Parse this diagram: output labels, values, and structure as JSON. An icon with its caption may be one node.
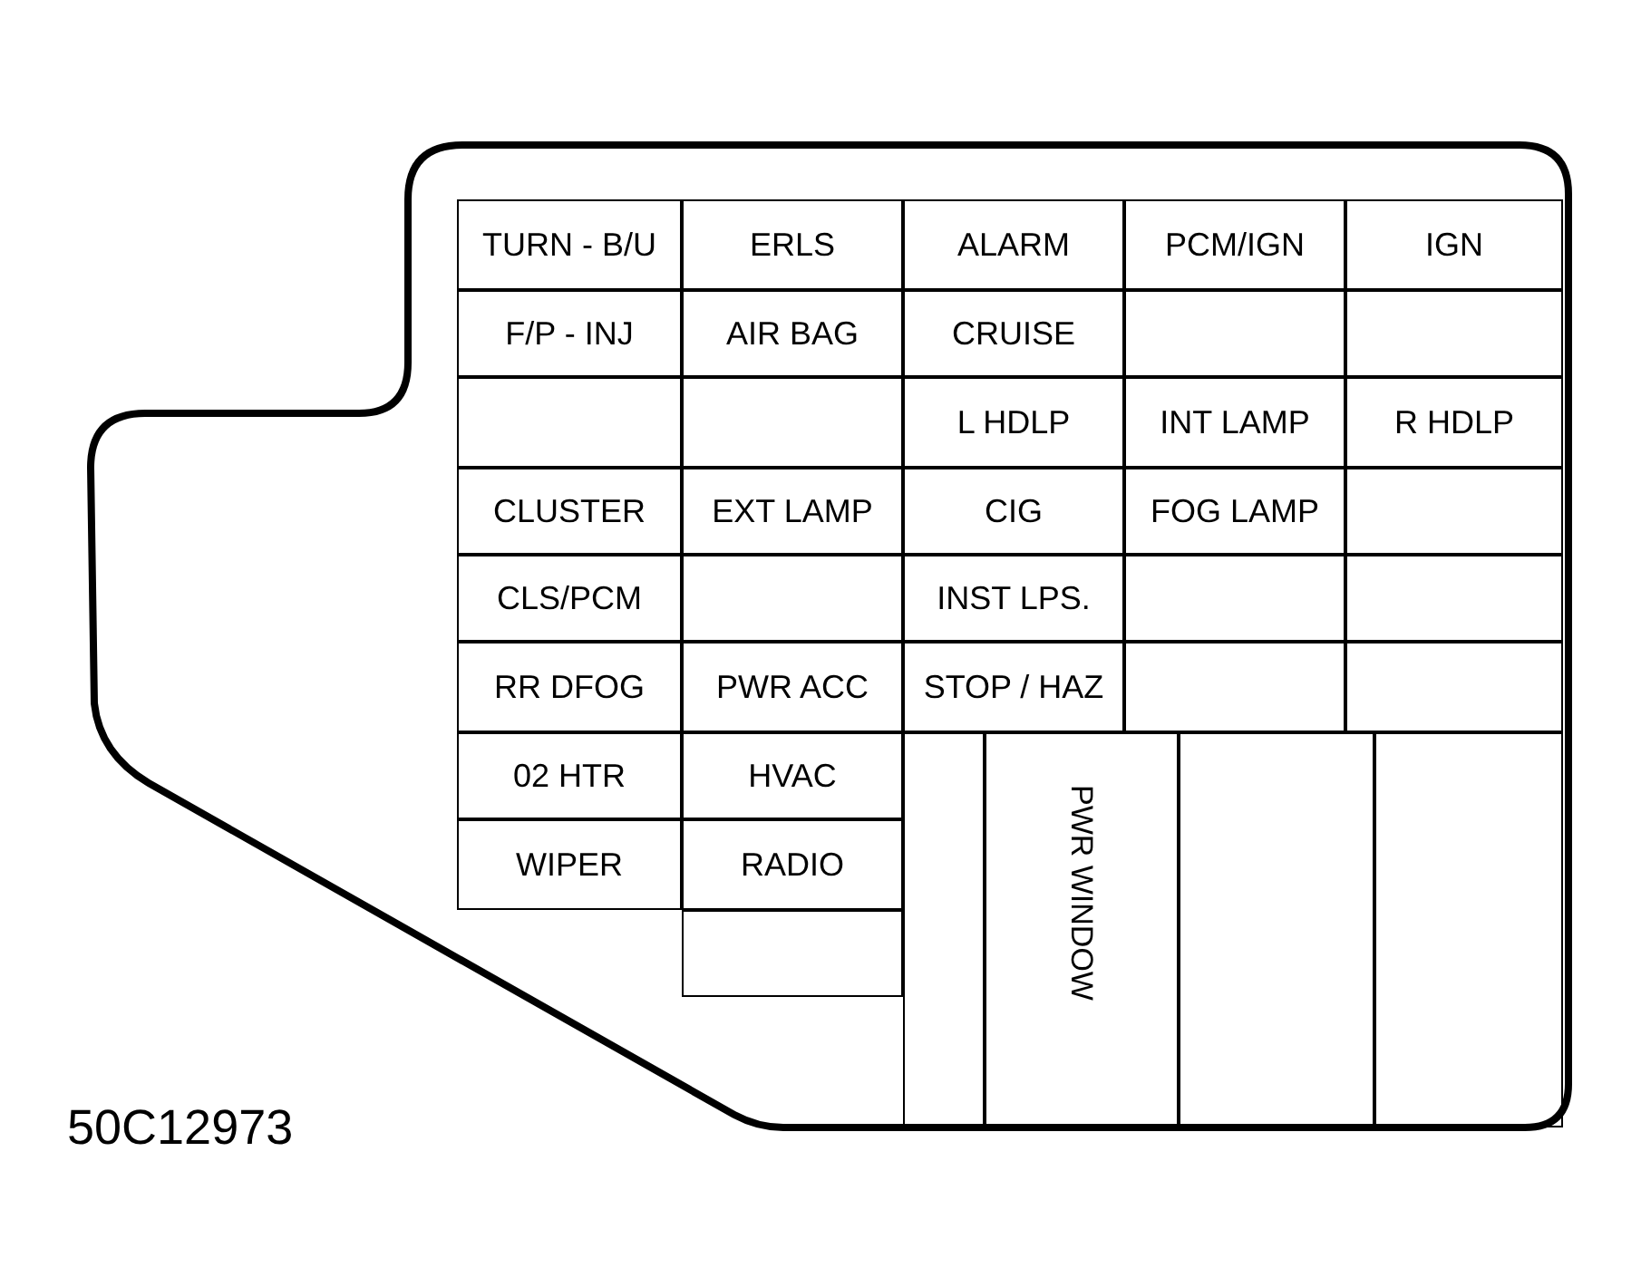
{
  "diagram": {
    "nodes": [
      {
        "text": [
          "TURN - B/U"
        ]
      },
      {
        "text": [
          "ERLS"
        ]
      },
      {
        "text": [
          "ALARM"
        ]
      },
      {
        "text": [
          "PCM/IGN"
        ]
      },
      {
        "text": [
          "IGN"
        ]
      },
      {
        "text": [
          "F/P - INJ"
        ]
      },
      {
        "text": [
          "AIR BAG"
        ]
      },
      {
        "text": [
          "CRUISE"
        ]
      },
      {
        "text": [],
        "shape": "box"
      },
      {
        "text": [],
        "shape": "box"
      },
      {
        "text": [],
        "shape": "box"
      },
      {
        "text": [],
        "shape": "box"
      },
      {
        "text": [
          "L HDLP"
        ]
      },
      {
        "text": [
          "INT LAMP"
        ]
      },
      {
        "text": [
          "R HDLP"
        ]
      },
      {
        "text": [
          "CLUSTER"
        ]
      },
      {
        "text": [
          "EXT LAMP"
        ]
      },
      {
        "text": [
          "CIG"
        ]
      },
      {
        "text": [
          "FOG LAMP"
        ]
      },
      {
        "text": [],
        "shape": "box"
      },
      {
        "text": [
          "CLS/PCM"
        ]
      },
      {
        "text": [],
        "shape": "box"
      },
      {
        "text": [
          "INST LPS."
        ]
      },
      {
        "text": [],
        "shape": "box"
      },
      {
        "text": [],
        "shape": "box"
      },
      {
        "text": [
          "RR DFOG"
        ]
      },
      {
        "text": [
          "PWR ACC"
        ]
      },
      {
        "text": [
          "STOP / HAZ"
        ]
      },
      {
        "text": [],
        "shape": "box"
      },
      {
        "text": [],
        "shape": "box"
      },
      {
        "text": [
          "02 HTR"
        ]
      },
      {
        "text": [
          "HVAC"
        ]
      },
      {
        "text": [],
        "shape": "box"
      },
      {
        "text": [
          "PWR WINDOW"
        ]
      },
      {
        "text": [],
        "shape": "box"
      },
      {
        "text": [],
        "shape": "box"
      },
      {
        "text": [
          "WIPER"
        ]
      },
      {
        "text": [
          "RADIO"
        ]
      },
      {
        "text": [],
        "shape": "box"
      }
    ],
    "labels": [
      "50C12973"
    ]
  }
}
